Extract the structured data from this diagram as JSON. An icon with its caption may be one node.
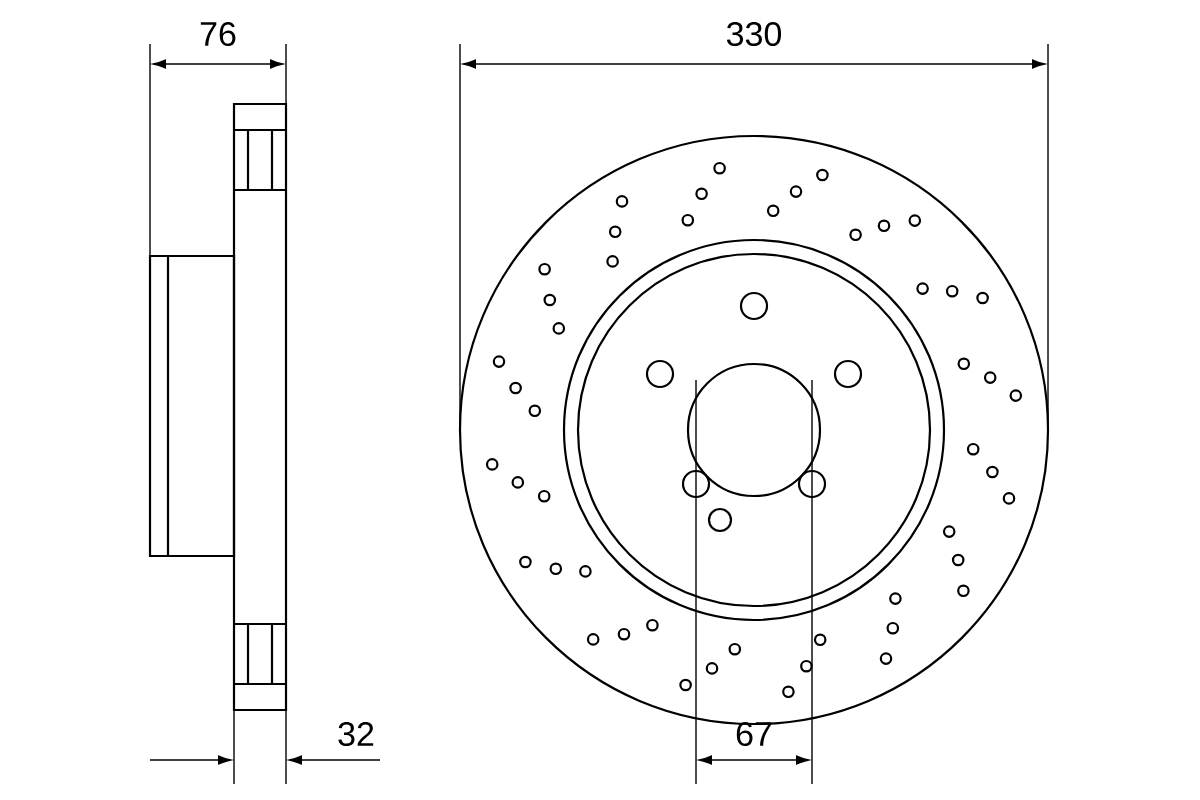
{
  "diagram": {
    "labels": [
      "76",
      "330",
      "32",
      "67"
    ]
  }
}
